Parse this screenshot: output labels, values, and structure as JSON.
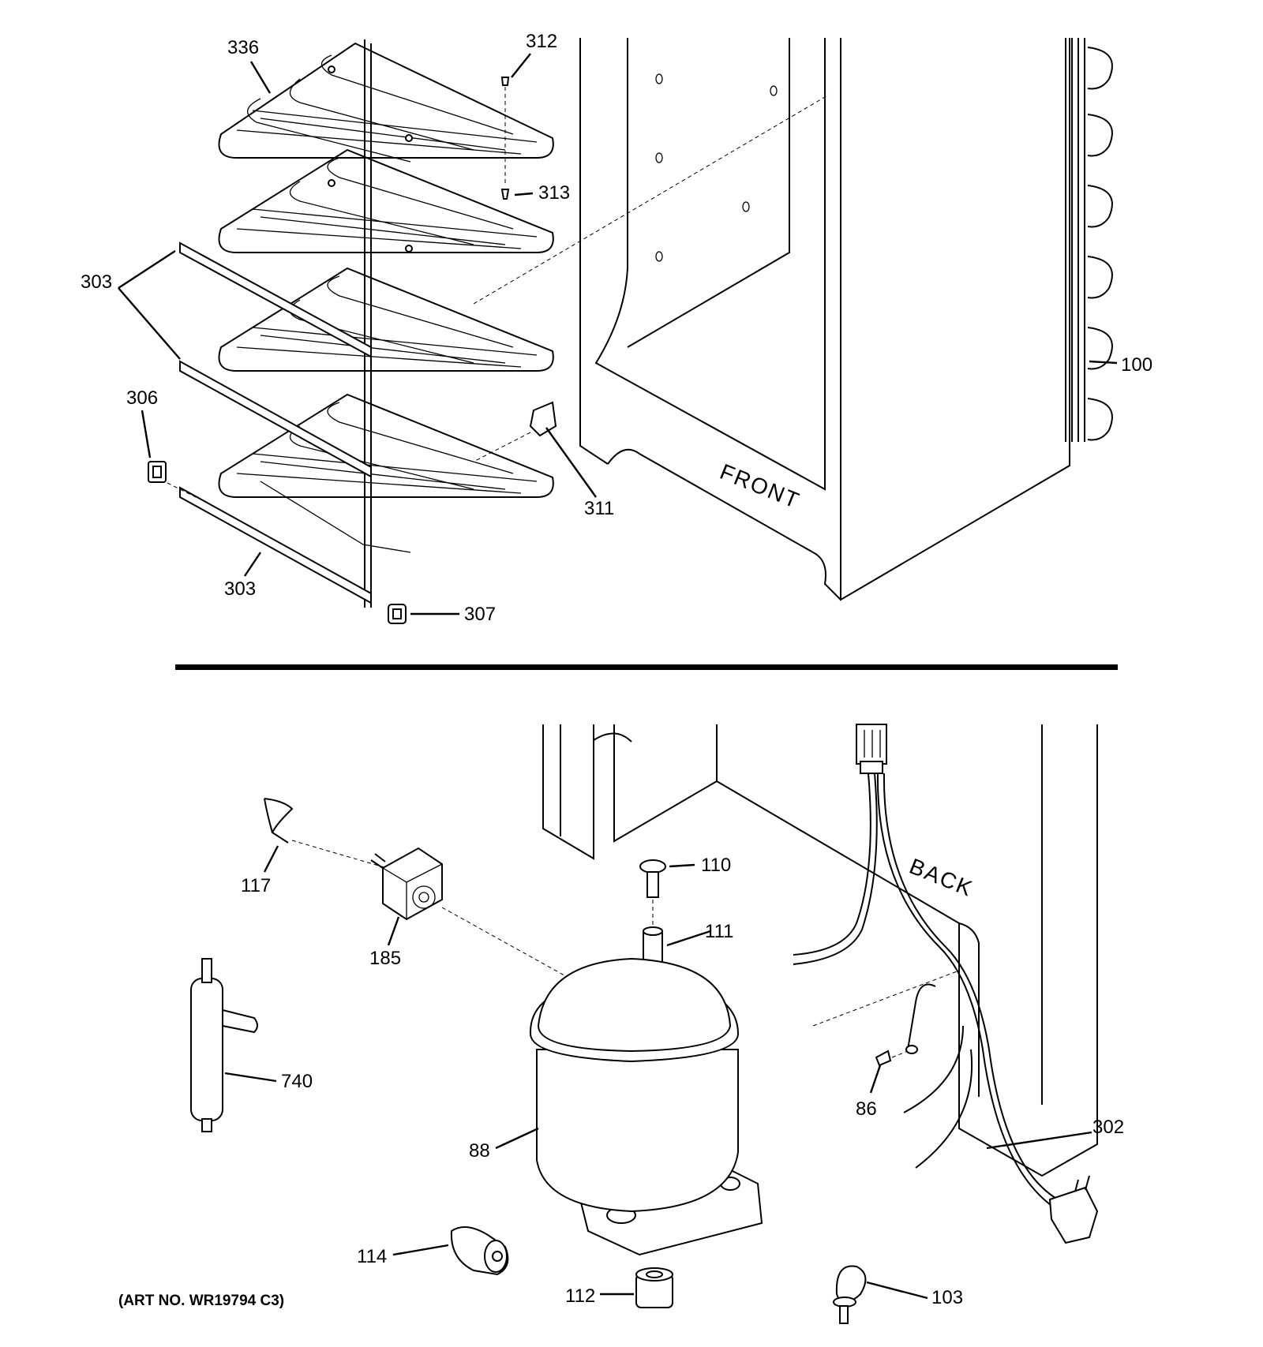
{
  "labels": {
    "p336": "336",
    "p312": "312",
    "p313": "313",
    "p303a": "303",
    "p303b": "303",
    "p306": "306",
    "p311": "311",
    "p307": "307",
    "p100": "100",
    "p117": "117",
    "p185": "185",
    "p110": "110",
    "p111": "111",
    "p740": "740",
    "p88": "88",
    "p86": "86",
    "p302": "302",
    "p114": "114",
    "p112": "112",
    "p103": "103"
  },
  "words": {
    "front": "FRONT",
    "back": "BACK"
  },
  "art_number": "(ART NO. WR19794 C3)"
}
